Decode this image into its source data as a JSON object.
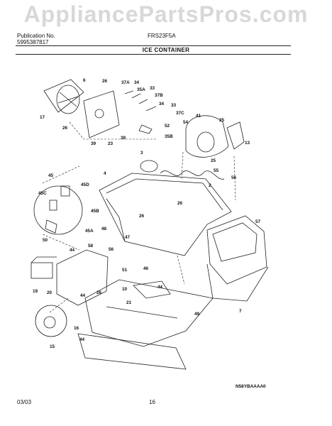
{
  "watermark": "AppliancePartsPros.com",
  "header": {
    "publication_label": "Publication No.",
    "publication_number": "5995387817",
    "model": "FRS23F5A",
    "section_title": "ICE CONTAINER"
  },
  "diagram": {
    "code": "N58YBAAAA0",
    "callouts": [
      "6",
      "26",
      "37A",
      "34",
      "35A",
      "33",
      "37B",
      "34",
      "33",
      "17",
      "26",
      "39",
      "23",
      "39",
      "37C",
      "41",
      "52",
      "54",
      "25",
      "35B",
      "13",
      "3",
      "25",
      "55",
      "56",
      "4",
      "2",
      "45",
      "45D",
      "45C",
      "45B",
      "45A",
      "50",
      "26",
      "26",
      "57",
      "48",
      "47",
      "56",
      "44",
      "58",
      "46",
      "51",
      "19",
      "20",
      "44",
      "26",
      "10",
      "44",
      "21",
      "7",
      "49",
      "16",
      "15",
      "44"
    ]
  },
  "footer": {
    "date": "03/03",
    "page": "16"
  }
}
